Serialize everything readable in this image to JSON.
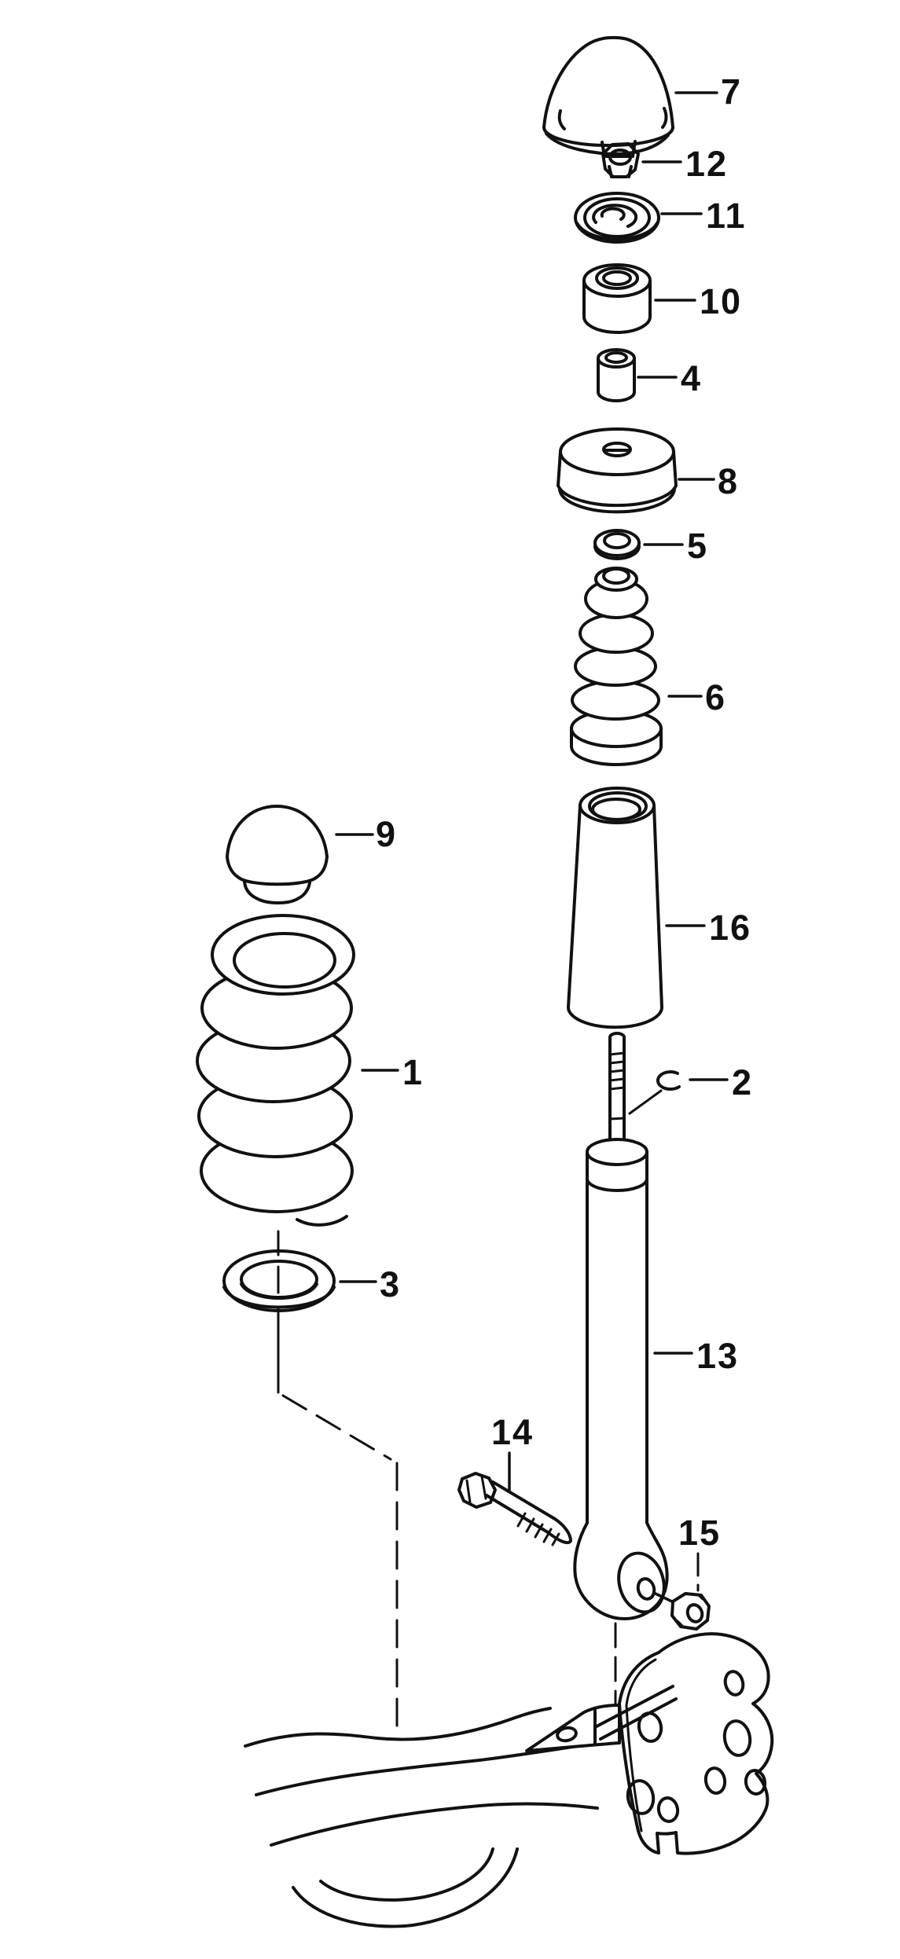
{
  "diagram": {
    "kind": "exploded-parts-diagram",
    "subject": "rear-suspension-shock-and-spring",
    "background_color": "#ffffff",
    "line_color": "#111111",
    "spring_marker_color": "#000000",
    "callouts": [
      {
        "part": "7",
        "text": "7"
      },
      {
        "part": "12",
        "text": "12"
      },
      {
        "part": "11",
        "text": "11"
      },
      {
        "part": "10",
        "text": "10"
      },
      {
        "part": "4",
        "text": "4"
      },
      {
        "part": "8",
        "text": "8"
      },
      {
        "part": "5",
        "text": "5"
      },
      {
        "part": "6",
        "text": "6"
      },
      {
        "part": "9",
        "text": "9"
      },
      {
        "part": "16",
        "text": "16"
      },
      {
        "part": "1",
        "text": "1"
      },
      {
        "part": "2",
        "text": "2"
      },
      {
        "part": "3",
        "text": "3"
      },
      {
        "part": "13",
        "text": "13"
      },
      {
        "part": "14",
        "text": "14"
      },
      {
        "part": "15",
        "text": "15"
      }
    ]
  }
}
